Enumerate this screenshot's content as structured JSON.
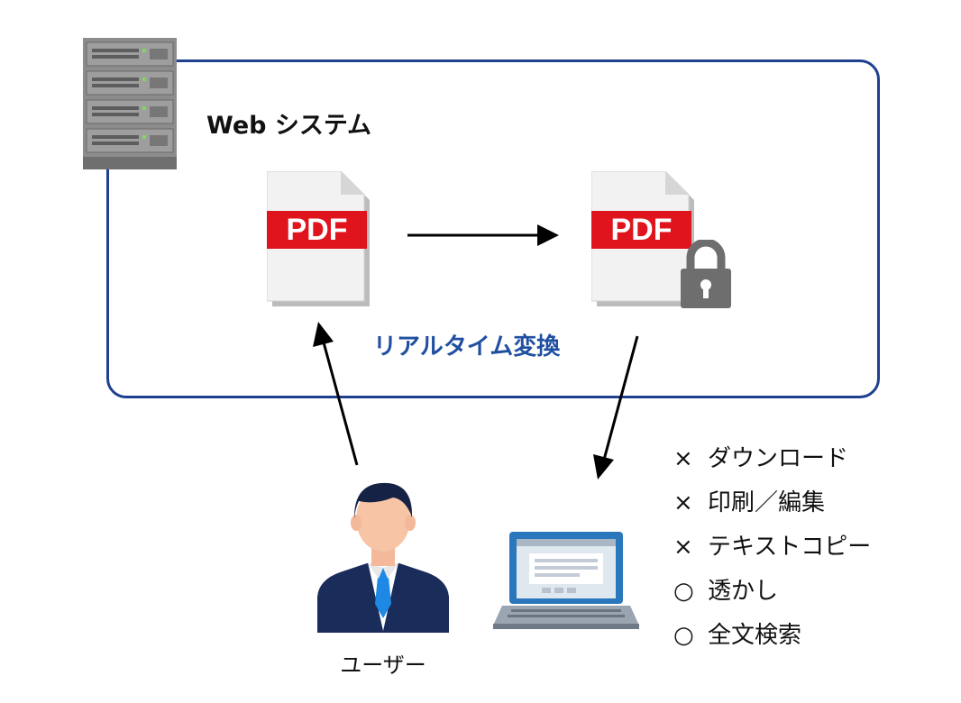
{
  "system": {
    "title": "Web システム",
    "conversion_label": "リアルタイム変換"
  },
  "documents": {
    "source_label": "PDF",
    "protected_label": "PDF"
  },
  "user": {
    "label": "ユーザー"
  },
  "features": [
    {
      "mark": "×",
      "label": "ダウンロード"
    },
    {
      "mark": "×",
      "label": "印刷／編集"
    },
    {
      "mark": "×",
      "label": "テキストコピー"
    },
    {
      "mark": "○",
      "label": "透かし"
    },
    {
      "mark": "○",
      "label": "全文検索"
    }
  ],
  "colors": {
    "box_border": "#1f3f8f",
    "conversion_text": "#1f4fa0",
    "pdf_band": "#e0141d",
    "lock": "#6e6e6e",
    "tie": "#1e88e5"
  },
  "icons": [
    "server-icon",
    "pdf-icon",
    "lock-icon",
    "user-icon",
    "laptop-icon"
  ]
}
